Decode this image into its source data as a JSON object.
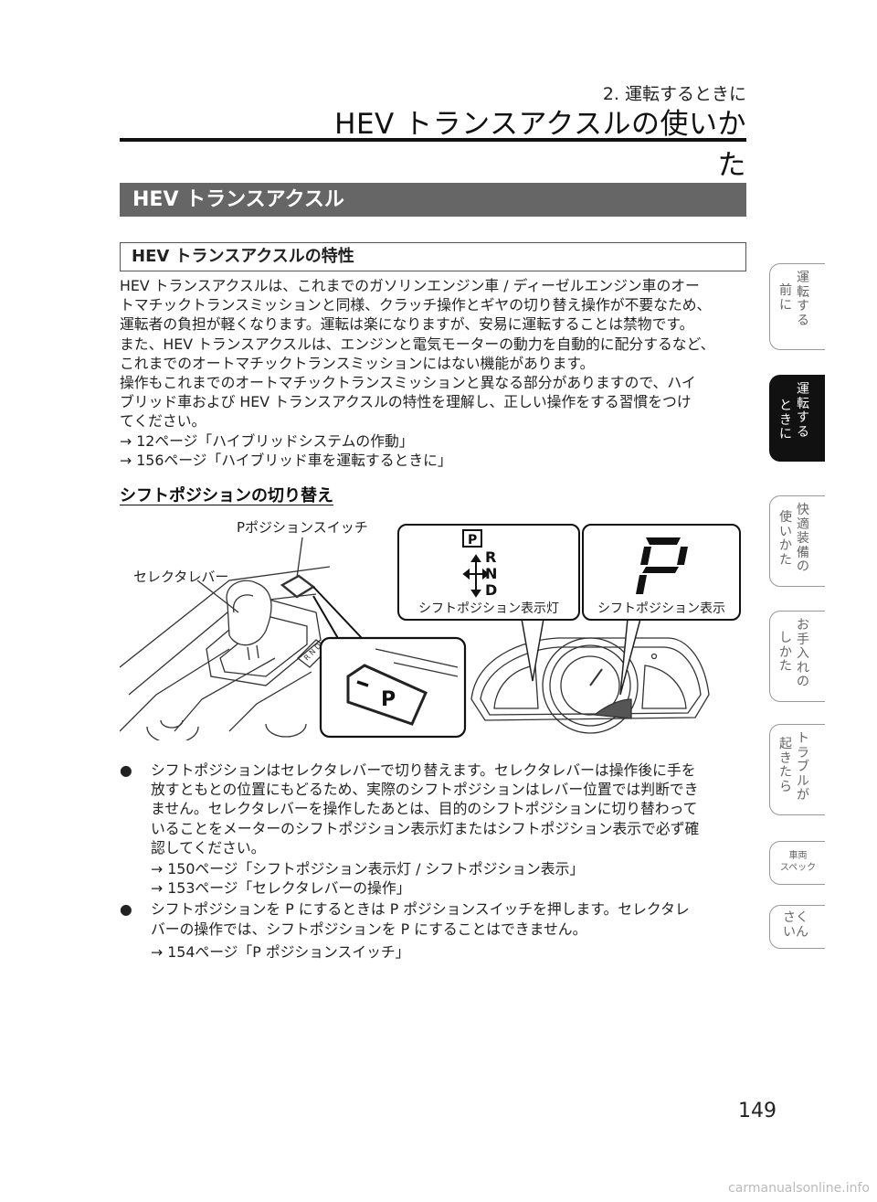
{
  "header": {
    "subtitle": "2. 運転するときに",
    "title": "HEV トランスアクスルの使いかた"
  },
  "section_title": "HEV トランスアクスル",
  "subsection_title": "HEV トランスアクスルの特性",
  "paragraph": [
    "HEV トランスアクスルは、これまでのガソリンエンジン車 / ディーゼルエンジン車のオー",
    "トマチックトランスミッションと同様、クラッチ操作とギヤの切り替え操作が不要なため、",
    "運転者の負担が軽くなります。運転は楽になりますが、安易に運転することは禁物です。",
    "また、HEV トランスアクスルは、エンジンと電気モーターの動力を自動的に配分するなど、",
    "これまでのオートマチックトランスミッションにはない機能があります。",
    "操作もこれまでのオートマチックトランスミッションと異なる部分がありますので、ハイ",
    "ブリッド車および HEV トランスアクスルの特性を理解し、正しい操作をする習慣をつけ",
    "てください。",
    "→ 12ページ「ハイブリッドシステムの作動」",
    "→ 156ページ「ハイブリッド車を運転するときに」"
  ],
  "shift_heading": "シフトポジションの切り替え",
  "illustration": {
    "label_p_switch": "Pポジションスイッチ",
    "label_lever": "セレクタレバー",
    "label_indicator": "シフトポジション表示灯",
    "label_display": "シフトポジション表示",
    "indicator_p": "P",
    "indicator_r": "R",
    "indicator_n": "N",
    "indicator_d": "D",
    "display_char": "P",
    "button_text": "P"
  },
  "bullets": [
    {
      "symbol": "●",
      "lines": [
        "シフトポジションはセレクタレバーで切り替えます。セレクタレバーは操作後に手を",
        "放すともとの位置にもどるため、実際のシフトポジションはレバー位置では判断でき",
        "ません。セレクタレバーを操作したあとは、目的のシフトポジションに切り替わって",
        "いることをメーターのシフトポジション表示灯またはシフトポジション表示で必ず確",
        "認してください。"
      ],
      "refs": [
        "→ 150ページ「シフトポジション表示灯 / シフトポジション表示」",
        "→ 153ページ「セレクタレバーの操作」"
      ]
    },
    {
      "symbol": "●",
      "lines": [
        "シフトポジションを P にするときは P ポジションスイッチを押します。セレクタレ",
        "バーの操作では、シフトポジションを P にすることはできません。"
      ],
      "refs": [
        "→ 154ページ「P ポジションスイッチ」"
      ]
    }
  ],
  "side_tabs": [
    {
      "cols": [
        "運転する",
        "前に"
      ],
      "active": false
    },
    {
      "cols": [
        "運転する",
        "ときに"
      ],
      "active": true
    },
    {
      "cols": [
        "快適装備の",
        "使いかた"
      ],
      "active": false
    },
    {
      "cols": [
        "お手入れの",
        "しかた"
      ],
      "active": false
    },
    {
      "cols": [
        "トラブルが",
        "起きたら"
      ],
      "active": false
    },
    {
      "lines": [
        "車両",
        "スペック"
      ],
      "active": false
    },
    {
      "cols": [
        "さく",
        "いん"
      ],
      "active": false
    }
  ],
  "page_number": "149",
  "watermark": "carmanualsonline.info"
}
